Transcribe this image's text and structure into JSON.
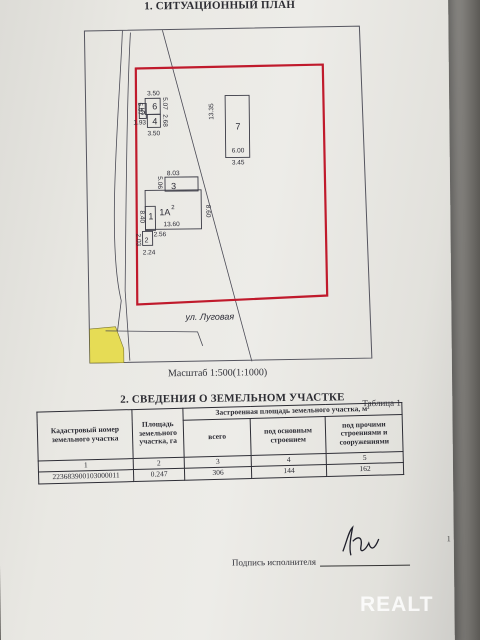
{
  "section1": {
    "title": "1. СИТУАЦИОННЫЙ ПЛАН"
  },
  "map": {
    "street_label": "ул. Луговая",
    "buildings": {
      "b6": {
        "label": "6",
        "dims": [
          "3.50",
          "5.07",
          "5.07"
        ]
      },
      "b5": {
        "label": "5"
      },
      "b4": {
        "label": "4",
        "dims": [
          "1.93",
          "2.68",
          "3.50"
        ]
      },
      "b7": {
        "label": "7",
        "dims": [
          "13.35",
          "6.00",
          "3.45"
        ]
      },
      "b3": {
        "label": "3",
        "dims": [
          "8.03",
          "5.06"
        ]
      },
      "b1a": {
        "label": "1А",
        "superscript": "2",
        "dims": [
          "8.60",
          "8.40",
          "13.60"
        ]
      },
      "b1": {
        "label": "1"
      },
      "b2": {
        "label": "2",
        "dims": [
          "2.56",
          "2.03",
          "2.24"
        ]
      }
    },
    "colors": {
      "boundary": "#c01a2c",
      "highlight": "#e6dc55",
      "line": "#4a4a55"
    }
  },
  "scale_text": "Масштаб 1:500(1:1000)",
  "section2": {
    "title": "2. СВЕДЕНИЯ О ЗЕМЕЛЬНОМ УЧАСТКЕ",
    "table_no": "Таблица 1"
  },
  "table": {
    "headers": {
      "cadastral": "Кадастровый номер земельного участка",
      "area": "Площадь земельного участка, га",
      "built_area": "Застроенная площадь земельного участка, м²",
      "total": "всего",
      "main": "под основным строением",
      "other": "под прочими строениями и сооружениями"
    },
    "numbers": [
      "1",
      "2",
      "3",
      "4",
      "5"
    ],
    "row": {
      "cadastral": "223683900103000011",
      "area": "0.247",
      "total": "306",
      "main": "144",
      "other": "162"
    }
  },
  "signature": {
    "label": "Подпись исполнителя"
  },
  "page_marker": "1",
  "watermark": {
    "text": "REALT"
  }
}
